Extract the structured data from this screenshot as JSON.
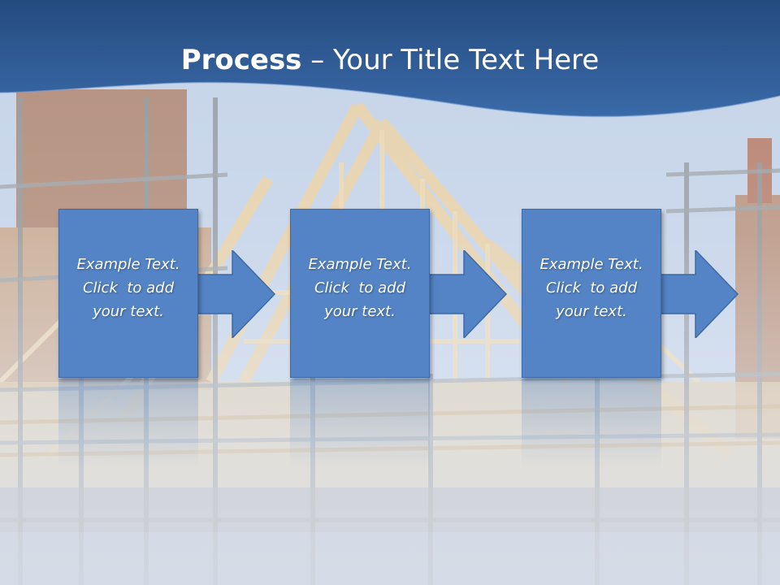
{
  "title": {
    "bold": "Process",
    "rest": " – Your Title Text Here"
  },
  "steps": [
    {
      "line1": "Example Text.",
      "line2": "Click  to add",
      "line3": "your text."
    },
    {
      "line1": "Example Text.",
      "line2": "Click  to add",
      "line3": "your text."
    },
    {
      "line1": "Example Text.",
      "line2": "Click  to add",
      "line3": "your text."
    }
  ],
  "colors": {
    "header": "#2e5a94",
    "box": "#5484c5",
    "box_border": "#3d6aa6"
  },
  "icons": [
    "right-arrow-icon"
  ]
}
